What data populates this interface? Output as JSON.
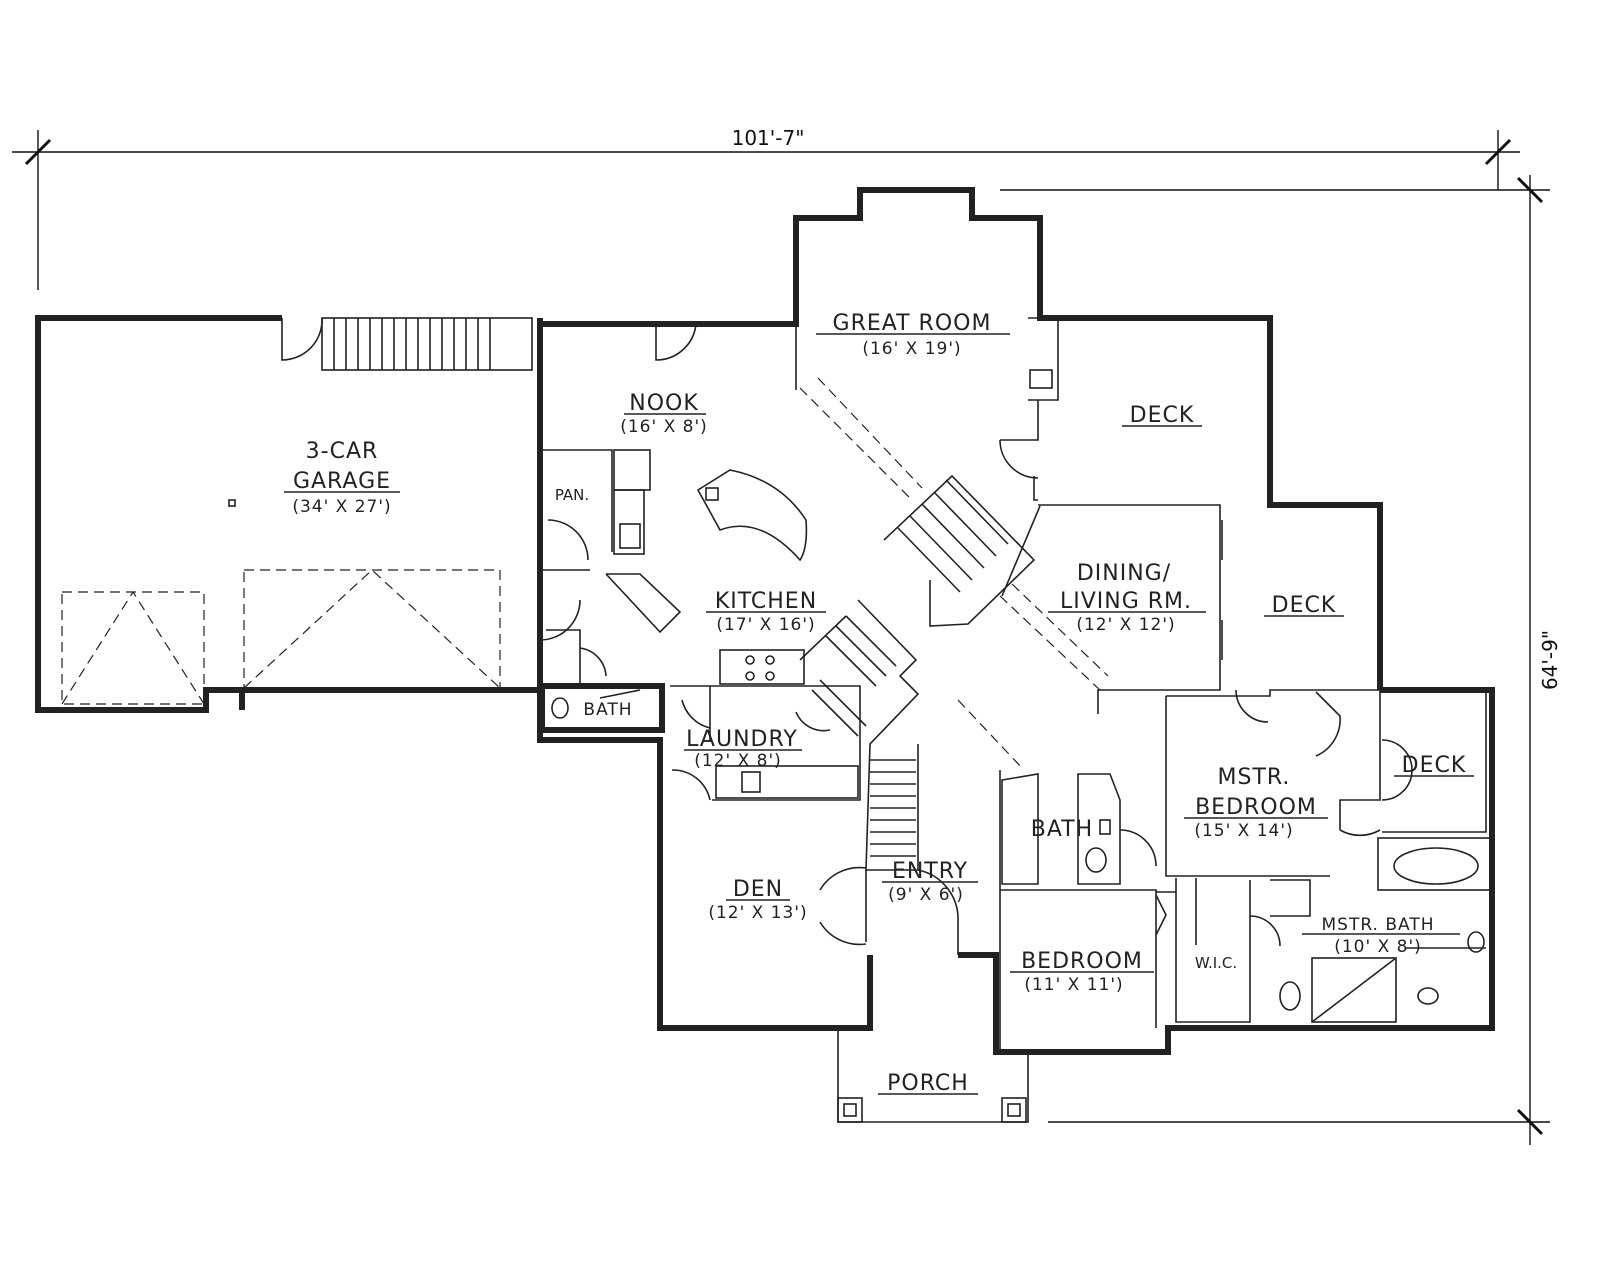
{
  "dimensions": {
    "width": "101'-7\"",
    "depth": "64'-9\""
  },
  "rooms": {
    "garage": {
      "name1": "3-CAR",
      "name2": "GARAGE",
      "size": "(34' X 27')"
    },
    "great_room": {
      "name": "GREAT ROOM",
      "size": "(16' X 19')"
    },
    "nook": {
      "name": "NOOK",
      "size": "(16' X 8')"
    },
    "pantry": {
      "name": "PAN."
    },
    "kitchen": {
      "name": "KITCHEN",
      "size": "(17' X 16')"
    },
    "deck_top": {
      "name": "DECK"
    },
    "dining": {
      "name1": "DINING/",
      "name2": "LIVING RM.",
      "size": "(12' X 12')"
    },
    "deck_mid": {
      "name": "DECK"
    },
    "deck_right": {
      "name": "DECK"
    },
    "bath_small": {
      "name": "BATH"
    },
    "laundry": {
      "name": "LAUNDRY",
      "size": "(12' X 8')"
    },
    "master_bedroom": {
      "name1": "MSTR.",
      "name2": "BEDROOM",
      "size": "(15' X 14')"
    },
    "bath_mid": {
      "name": "BATH"
    },
    "den": {
      "name": "DEN",
      "size": "(12' X 13')"
    },
    "entry": {
      "name": "ENTRY",
      "size": "(9' X 6')"
    },
    "wic": {
      "name": "W.I.C."
    },
    "master_bath": {
      "name": "MSTR. BATH",
      "size": "(10' X 8')"
    },
    "bedroom": {
      "name": "BEDROOM",
      "size": "(11' X 11')"
    },
    "porch": {
      "name": "PORCH"
    }
  }
}
